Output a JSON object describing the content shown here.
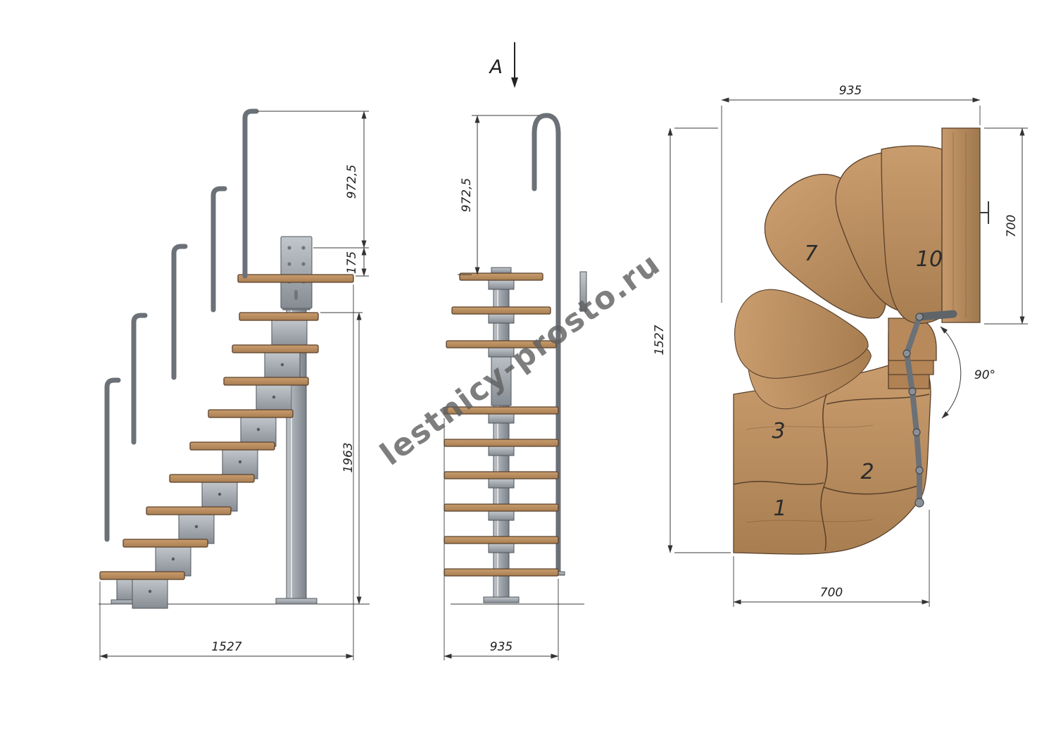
{
  "watermark": "lestnicy-prosto.ru",
  "views": {
    "side": {
      "dims": {
        "rail_height": "972,5",
        "landing_rise": "175",
        "total_height": "1963",
        "total_run": "1527"
      }
    },
    "front": {
      "section_label": "A",
      "dims": {
        "rail_height": "972,5",
        "width": "935"
      }
    },
    "plan": {
      "dims": {
        "width_top": "935",
        "depth_right": "700",
        "length_left": "1527",
        "width_bottom": "700",
        "turn_angle": "90°"
      },
      "steps": {
        "s1": "1",
        "s2": "2",
        "s3": "3",
        "s7": "7",
        "s10": "10"
      }
    }
  },
  "colors": {
    "wood": "#bb8b5c",
    "wood_dark": "#a87e52",
    "metal": "#a8adb3",
    "metal_dark": "#74797f",
    "rail": "#6b7177",
    "line": "#3a3a3a",
    "watermark": "#5f5f5f"
  }
}
